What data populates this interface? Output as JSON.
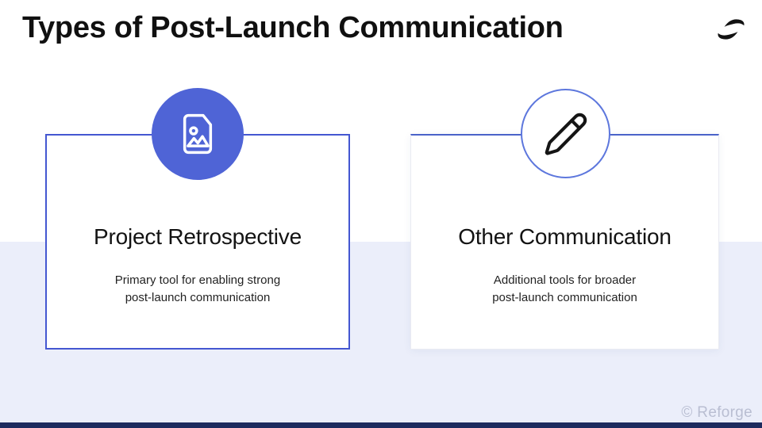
{
  "slide": {
    "title": "Types of Post-Launch Communication",
    "watermark": "© Reforge",
    "brand": "Reforge"
  },
  "cards": [
    {
      "heading": "Project Retrospective",
      "desc_line1": "Primary tool for enabling strong",
      "desc_line2": "post-launch communication",
      "icon": "file-image-icon"
    },
    {
      "heading": "Other Communication",
      "desc_line1": "Additional tools for broader",
      "desc_line2": "post-launch communication",
      "icon": "pencil-icon"
    }
  ],
  "colors": {
    "accent_blue_border": "#4457d1",
    "icon_circle_fill": "#4f64d6",
    "right_circle_border": "#5d77dd",
    "background_band": "#ebeefa",
    "footer_bar": "#1d2b5e",
    "watermark_text": "#b9bed2",
    "title_text": "#101010"
  }
}
